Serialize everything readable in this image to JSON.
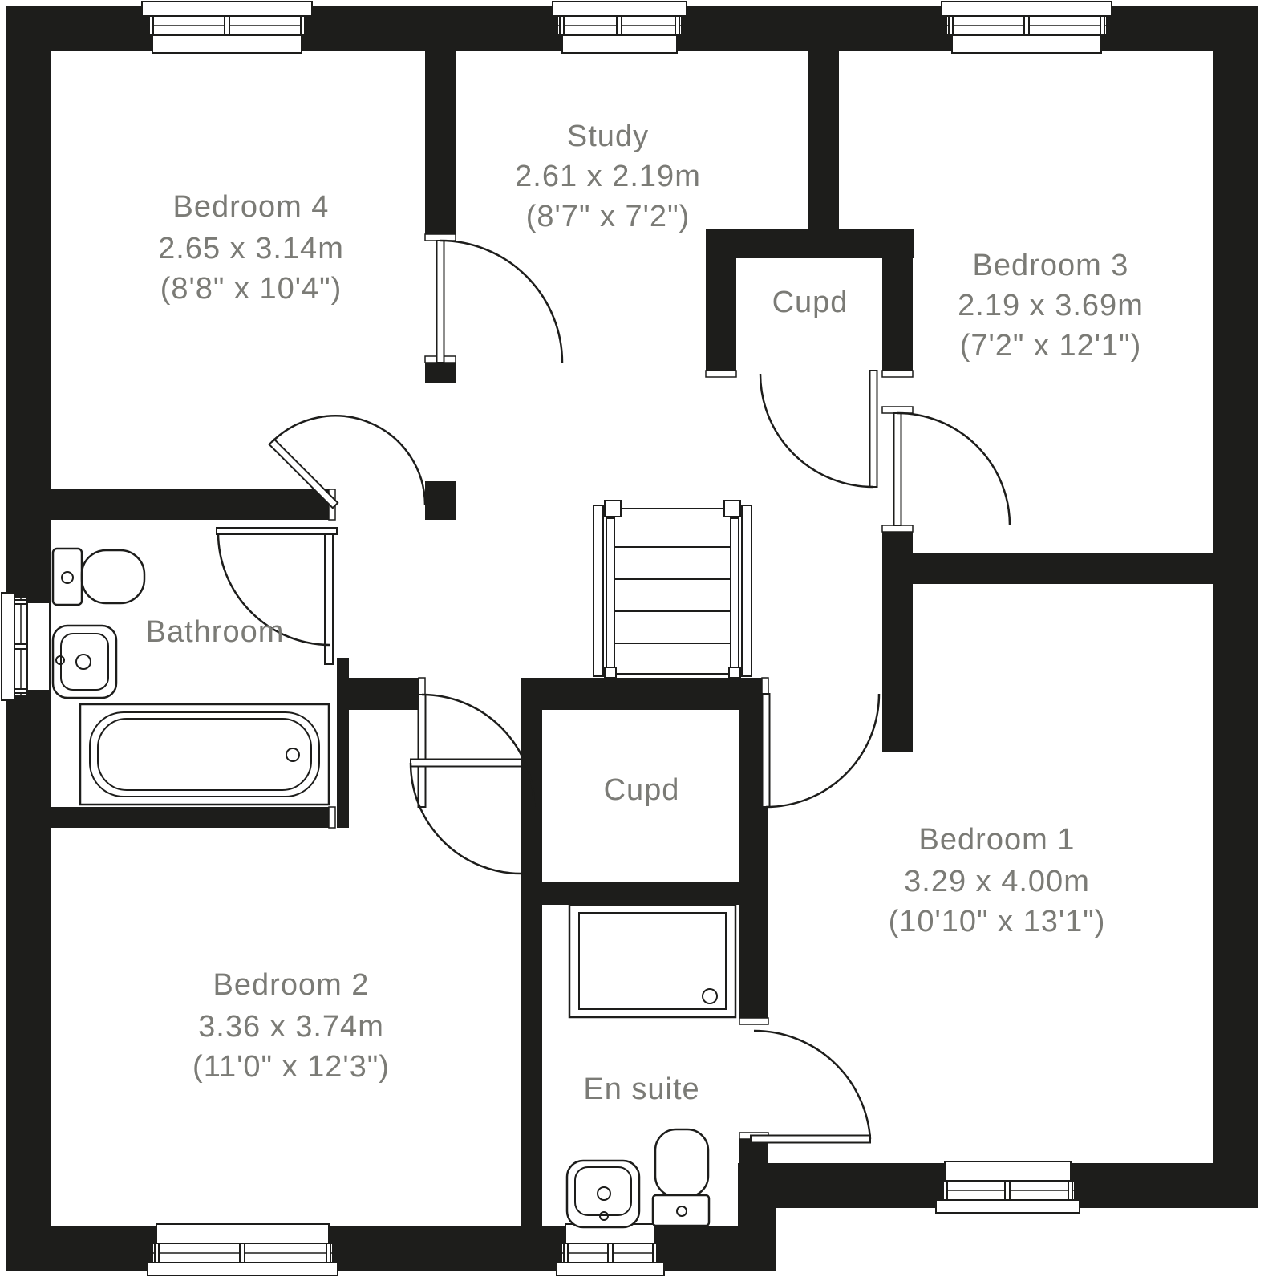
{
  "plan": {
    "type": "floor-plan",
    "floor": "bedroom level"
  },
  "colors": {
    "wall": "#1d1d1b",
    "line": "#1d1d1b",
    "label": "#7b7b76",
    "background": "#ffffff"
  },
  "rooms": [
    {
      "name": "Bedroom 4",
      "metric": "2.65 x 3.14m",
      "imperial": "(8'8\" x 10'4\")"
    },
    {
      "name": "Study",
      "metric": "2.61 x 2.19m",
      "imperial": "(8'7\" x 7'2\")"
    },
    {
      "name": "Cupd"
    },
    {
      "name": "Bedroom 3",
      "metric": "2.19 x 3.69m",
      "imperial": "(7'2\" x 12'1\")"
    },
    {
      "name": "Bathroom"
    },
    {
      "name": "Bedroom 2",
      "metric": "3.36 x 3.74m",
      "imperial": "(11'0\" x 12'3\")"
    },
    {
      "name": "Cupd"
    },
    {
      "name": "En suite"
    },
    {
      "name": "Bedroom 1",
      "metric": "3.29 x 4.00m",
      "imperial": "(10'10\" x 13'1\")"
    }
  ],
  "fixtures": {
    "bathroom": [
      "toilet",
      "basin",
      "bath"
    ],
    "en_suite": [
      "shower-tray",
      "basin",
      "toilet"
    ],
    "landing": [
      "staircase"
    ]
  }
}
